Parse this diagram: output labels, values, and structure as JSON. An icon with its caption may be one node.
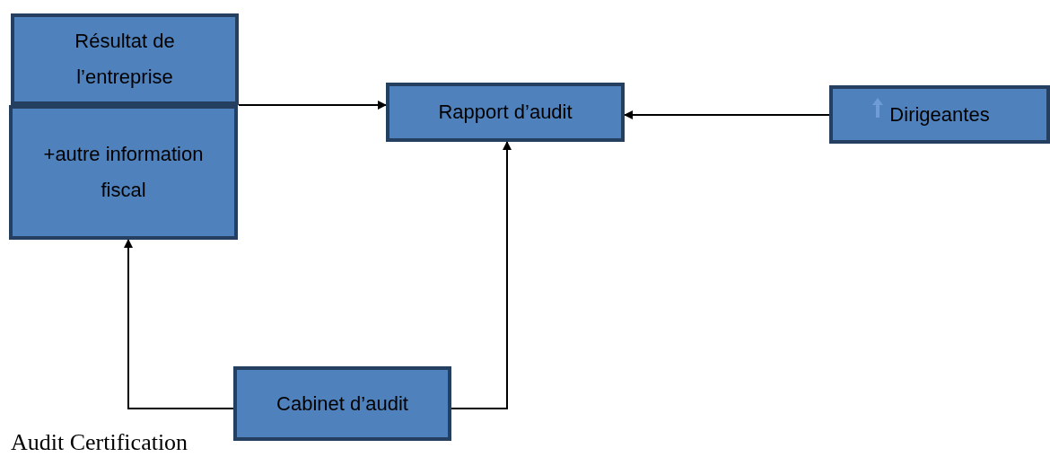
{
  "diagram": {
    "nodes": [
      {
        "text": [
          "Résultat de l’entreprise"
        ]
      },
      {
        "text": [
          "+autre information fiscal"
        ]
      },
      {
        "text": [
          "Rapport d’audit"
        ]
      },
      {
        "text": [
          "Dirigeantes"
        ]
      },
      {
        "text": [
          "Cabinet d’audit"
        ]
      }
    ],
    "edges": [
      {
        "from": 0,
        "to": 2,
        "arrow": "to"
      },
      {
        "from": 3,
        "to": 2,
        "arrow": "to"
      },
      {
        "from": 4,
        "to": 1,
        "arrow": "to"
      },
      {
        "from": 4,
        "to": 2,
        "arrow": "to"
      }
    ],
    "labels": [
      "Audit Certification"
    ]
  }
}
